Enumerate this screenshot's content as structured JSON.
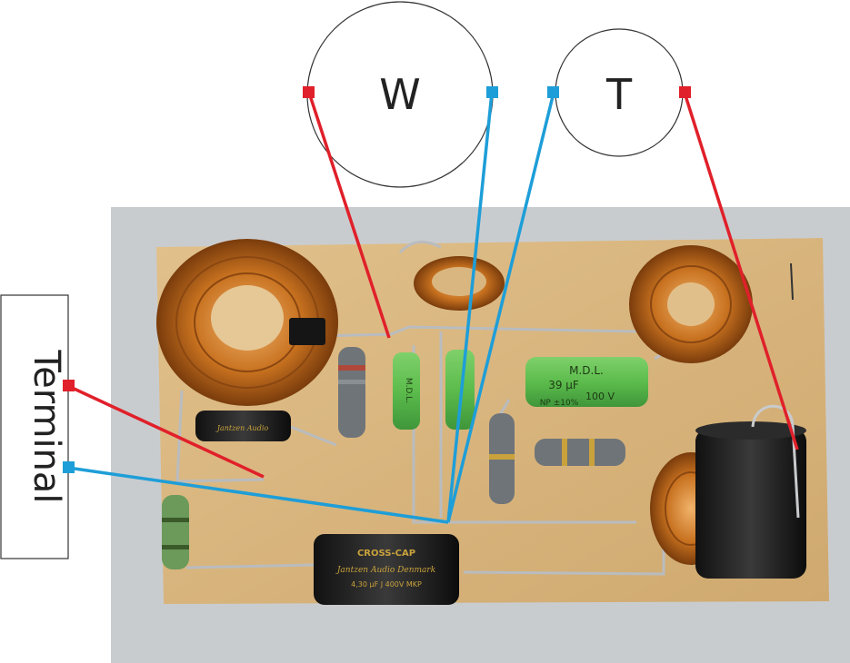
{
  "labels": {
    "woofer": "W",
    "tweeter": "T",
    "terminal": "Terminal"
  },
  "components": {
    "cap_large_brand": "CROSS-CAP",
    "cap_large_maker": "Jantzen Audio Denmark",
    "cap_large_value": "4,30 μF J 400V MKP",
    "cap_small_maker": "Jantzen Audio",
    "electrolytic_brand": "M.D.L.",
    "electrolytic_value": "39 μF",
    "electrolytic_voltage": "100 V",
    "electrolytic_tolerance": "NP ±10%"
  },
  "colors": {
    "positive": "#e0202a",
    "negative": "#1e9ed8",
    "copper": "#c46a1a",
    "board": "#d7b57f",
    "background": "#c9cccf"
  }
}
